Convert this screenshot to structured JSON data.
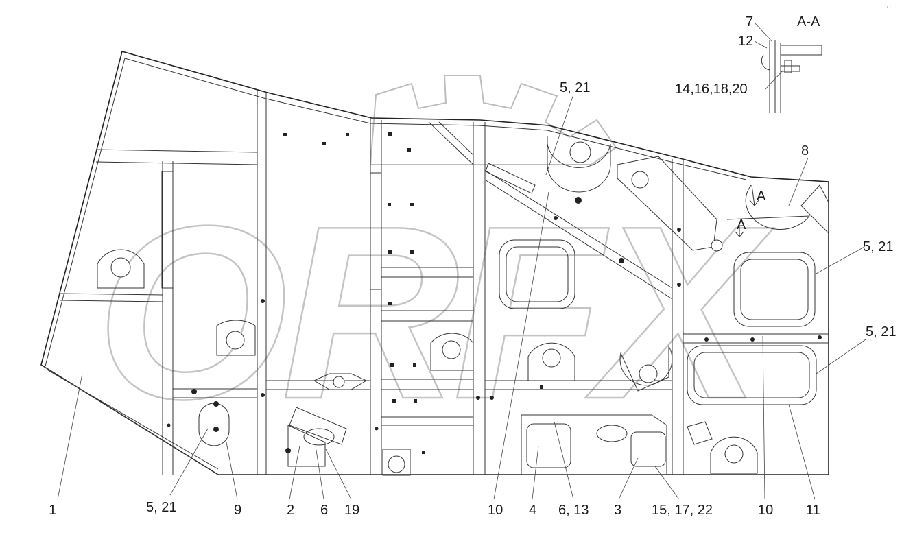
{
  "section_label": "A-A",
  "section_marks": [
    "A",
    "A"
  ],
  "section_callouts": [
    "7",
    "12",
    "14,16,18,20"
  ],
  "callouts_bottom": [
    "1",
    "5, 21",
    "9",
    "2",
    "6",
    "19",
    "10",
    "4",
    "6, 13",
    "3",
    "15, 17, 22",
    "10",
    "11"
  ],
  "callouts_side": [
    "5, 21",
    "8",
    "5, 21",
    "5, 21"
  ],
  "watermark_text": "ORFX",
  "corner_mark": "␣"
}
